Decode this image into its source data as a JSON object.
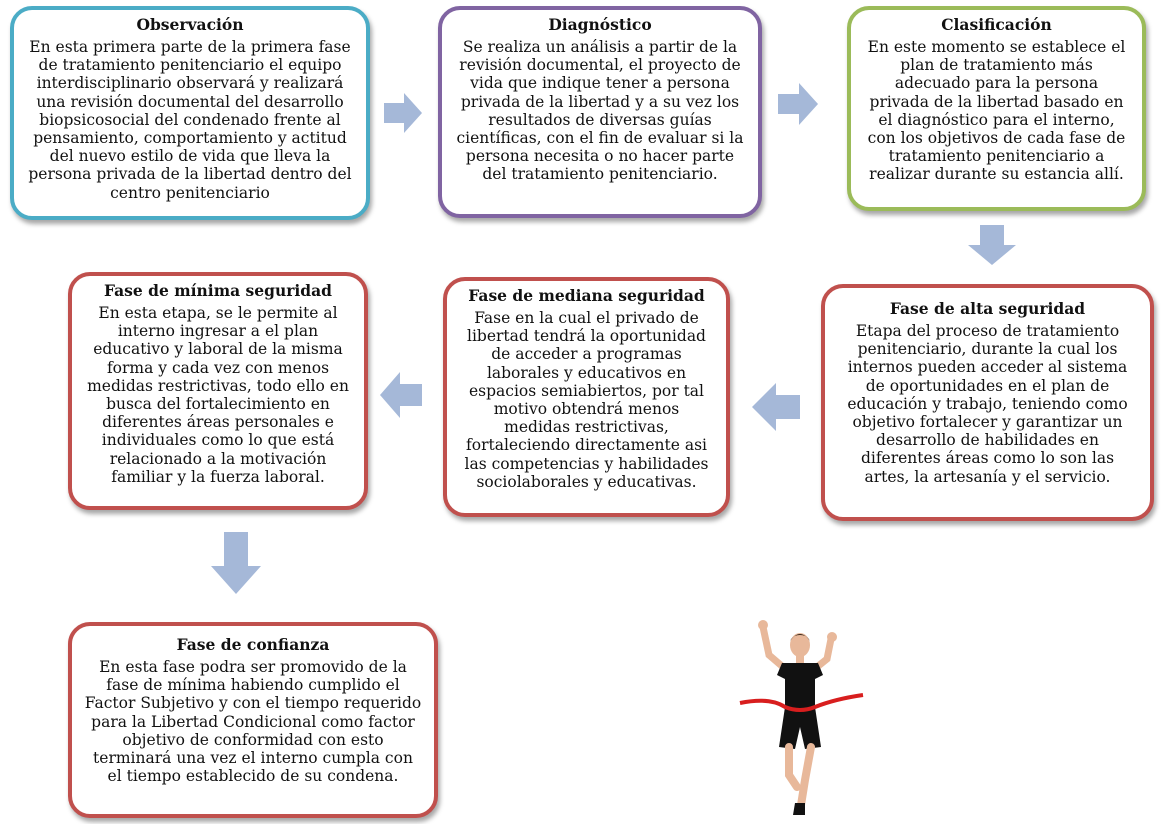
{
  "boxes": {
    "observacion": {
      "title": "Observación",
      "text": "En esta primera parte de la primera fase de tratamiento penitenciario el equipo interdisciplinario observará y realizará una revisión documental del desarrollo biopsicosocial del condenado frente al pensamiento, comportamiento y actitud del nuevo estilo de vida que lleva la persona privada de la libertad dentro del centro penitenciario"
    },
    "diagnostico": {
      "title": "Diagnóstico",
      "text": "Se realiza un análisis a partir de la revisión documental, el proyecto de vida que indique tener a persona privada de la libertad y a su vez los resultados de diversas guías científicas, con el fin de evaluar si la persona necesita o no hacer parte del tratamiento penitenciario."
    },
    "clasificacion": {
      "title": "Clasificación",
      "text": "En este momento se establece el plan de tratamiento más adecuado para la persona privada de la libertad basado en el diagnóstico para el interno, con los objetivos de cada fase de tratamiento penitenciario a realizar durante su estancia allí."
    },
    "alta": {
      "title": "Fase de alta seguridad",
      "text": "Etapa del proceso de tratamiento penitenciario, durante la cual los internos pueden acceder al sistema de oportunidades en el plan de educación y trabajo, teniendo como objetivo fortalecer  y garantizar un desarrollo de habilidades en diferentes áreas como lo son las artes, la artesanía y el servicio."
    },
    "mediana": {
      "title": "Fase de mediana seguridad",
      "text": "Fase en la cual el privado de libertad tendrá la oportunidad de acceder a programas laborales y educativos en espacios semiabiertos, por tal motivo obtendrá menos medidas restrictivas, fortaleciendo directamente asi las competencias y habilidades sociolaborales y educativas."
    },
    "minima": {
      "title": "Fase de mínima seguridad",
      "text": "En esta etapa,  se le permite al interno ingresar a el plan educativo y laboral de la misma forma y cada vez con menos medidas restrictivas, todo ello en busca del fortalecimiento en diferentes áreas personales e individuales como lo que está relacionado a la motivación familiar y la fuerza laboral."
    },
    "confianza": {
      "title": "Fase de confianza",
      "text": "En esta fase podra ser promovido de la fase de mínima habiendo cumplido el Factor Subjetivo y con el tiempo requerido para la Libertad Condicional como factor objetivo de conformidad con esto terminará una vez el interno cumpla con el tiempo establecido de su condena."
    }
  },
  "colors": {
    "observacion_border": "#4bacc6",
    "diagnostico_border": "#8064a2",
    "clasificacion_border": "#9bbb59",
    "fase_border": "#c0504d",
    "arrow_fill": "#a5b8d8"
  },
  "icons": [
    "arrow-right-icon",
    "arrow-down-icon",
    "arrow-left-icon",
    "runner-finish-line-illustration"
  ]
}
